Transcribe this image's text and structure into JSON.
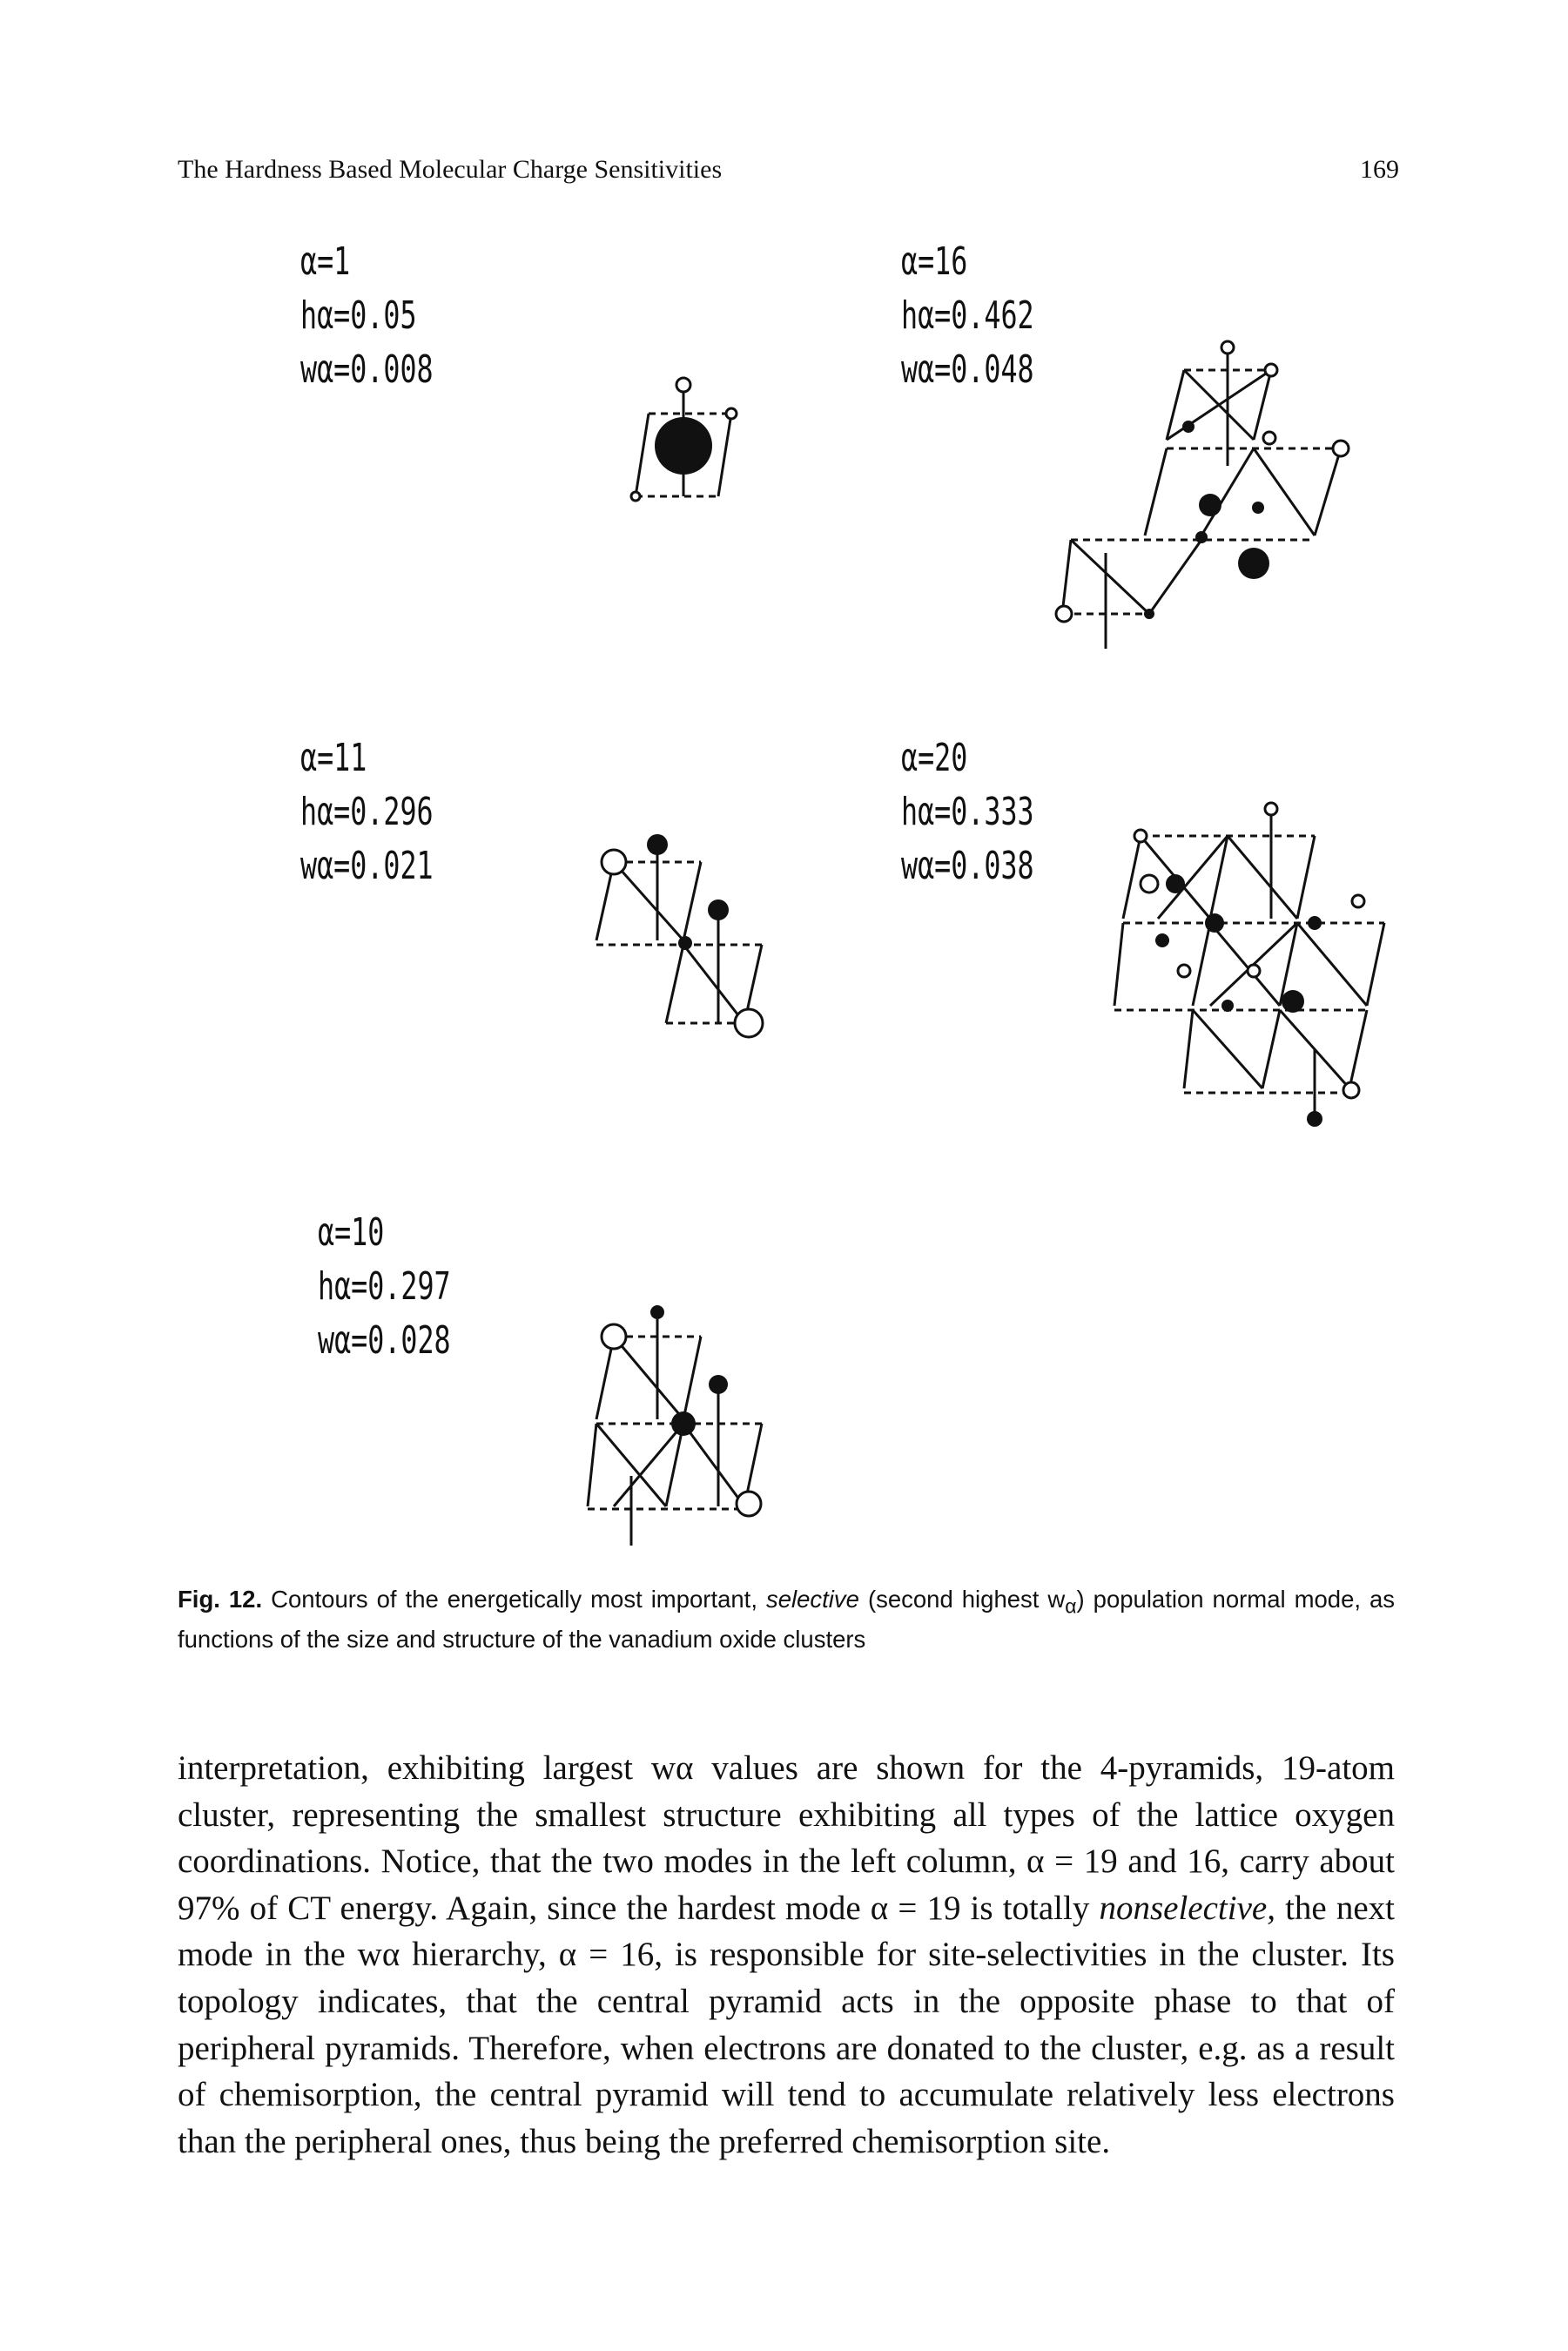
{
  "header": {
    "title": "The Hardness Based Molecular Charge Sensitivities",
    "page_number": "169"
  },
  "modes": [
    {
      "alpha": "α=1",
      "h": "hα=0.05",
      "w": "wα=0.008"
    },
    {
      "alpha": "α=16",
      "h": "hα=0.462",
      "w": "wα=0.048"
    },
    {
      "alpha": "α=11",
      "h": "hα=0.296",
      "w": "wα=0.021"
    },
    {
      "alpha": "α=20",
      "h": "hα=0.333",
      "w": "wα=0.038"
    },
    {
      "alpha": "α=10",
      "h": "hα=0.297",
      "w": "wα=0.028"
    }
  ],
  "caption": {
    "label": "Fig. 12.",
    "text_1": "Contours of the energetically most important,",
    "italic": "selective",
    "text_2": "(second highest w",
    "subscript": "α",
    "text_3": ") population normal mode, as functions of the size and structure of the vanadium oxide clusters"
  },
  "body": {
    "part_1": "interpretation, exhibiting largest wα values are shown for the 4-pyramids, 19-atom cluster, representing the smallest structure exhibiting all types of the lattice oxygen coordinations. Notice, that the two modes in the left column, α = 19 and 16, carry about 97% of CT energy. Again, since the hardest mode α = 19 is totally",
    "italic": "nonselective,",
    "part_2": "the next mode in the wα hierarchy, α = 16, is responsible for site-selectivities in the cluster. Its topology indicates, that the central pyramid acts in the opposite phase to that of peripheral pyramids. Therefore, when electrons are donated to the cluster, e.g. as a result of chemisorption, the central pyramid will tend to accumulate relatively less electrons than the peripheral ones, thus being the preferred chemisorption site."
  }
}
